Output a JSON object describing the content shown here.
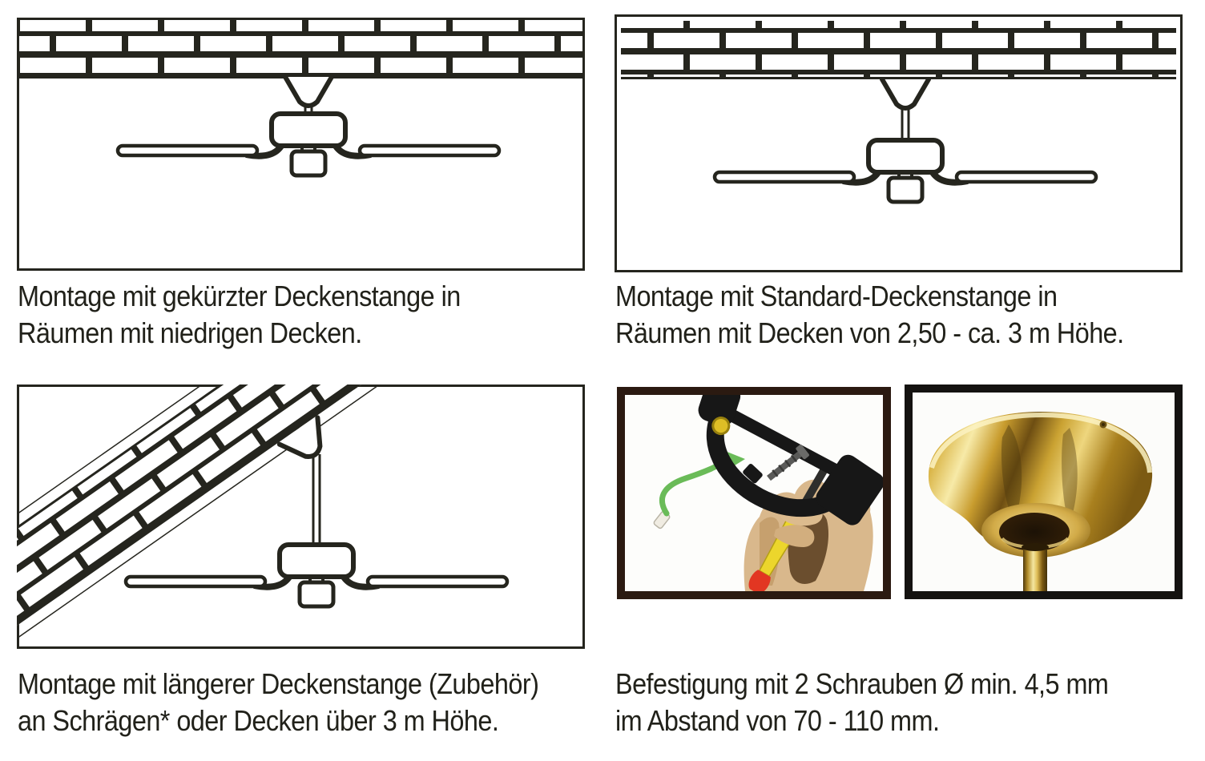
{
  "figures": {
    "short_downrod": {
      "caption_line1": "Montage mit gekürzter Deckenstange in",
      "caption_line2": "Räumen mit niedrigen Decken."
    },
    "standard_downrod": {
      "caption_line1": "Montage mit Standard-Deckenstange in",
      "caption_line2": "Räumen mit Decken von 2,50 - ca. 3 m Höhe."
    },
    "long_downrod": {
      "caption_line1": "Montage mit längerer Deckenstange (Zubehör)",
      "caption_line2": "an Schrägen* oder Decken über 3 m Höhe."
    },
    "fastening": {
      "caption_line1": "Befestigung mit 2 Schrauben Ø min. 4,5 mm",
      "caption_line2": "im Abstand von 70 - 110 mm."
    }
  },
  "colors": {
    "page_background": "#ffffff",
    "ink": "#25251e",
    "caption_text": "#21211a",
    "photo_left_frame": "#2b1a11",
    "photo_right_frame": "#141210",
    "arrow_green": "#6abb58",
    "bracket_black": "#171717",
    "screwdriver_yellow": "#ecd62c",
    "screwdriver_red": "#e23622",
    "hand_skin": "#d9b88c",
    "brass_gold": "#d4a72c"
  }
}
